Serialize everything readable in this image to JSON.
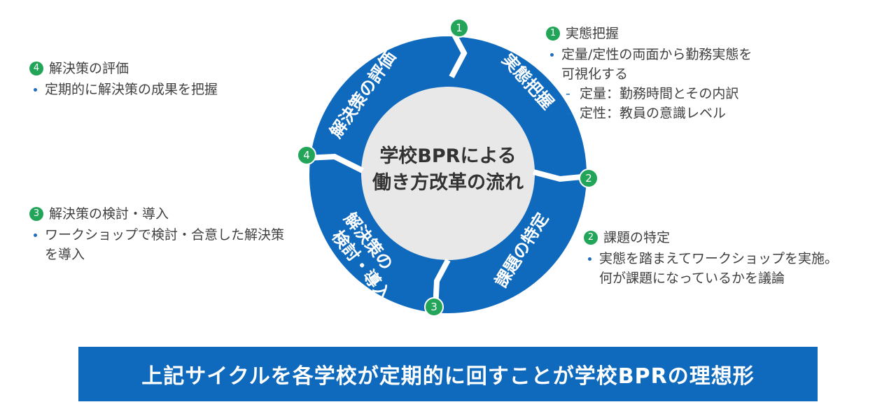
{
  "center": {
    "line1": "学校BPRによる",
    "line2": "働き方改革の流れ"
  },
  "stages": [
    {
      "num": "1",
      "ring_label": "実態把握",
      "title": "実態把握",
      "bullets": [
        {
          "text": "定量/定性の両面から勤務実態を",
          "cont": "可視化する"
        }
      ],
      "subs": [
        "定量：勤務時間とその内訳",
        "定性：教員の意識レベル"
      ]
    },
    {
      "num": "2",
      "ring_label": "課題の特定",
      "title": "課題の特定",
      "bullets": [
        {
          "text": "実態を踏まえてワークショップを実施。",
          "cont": "何が課題になっているかを議論"
        }
      ]
    },
    {
      "num": "3",
      "ring_label_line1": "解決策の",
      "ring_label_line2": "検討・導入",
      "title": "解決策の検討・導入",
      "bullets": [
        {
          "text": "ワークショップで検討・合意した解決策",
          "cont": "を導入"
        }
      ]
    },
    {
      "num": "4",
      "ring_label": "解決策の評価",
      "title": "解決策の評価",
      "bullets": [
        {
          "text": "定期的に解決策の成果を把握"
        }
      ]
    }
  ],
  "banner": "上記サイクルを各学校が定期的に回すことが学校BPRの理想形",
  "colors": {
    "ring": "#0f6abd",
    "center_fill": "#e8e8e8",
    "badge": "#22a559",
    "bullet": "#1f6dbf"
  }
}
